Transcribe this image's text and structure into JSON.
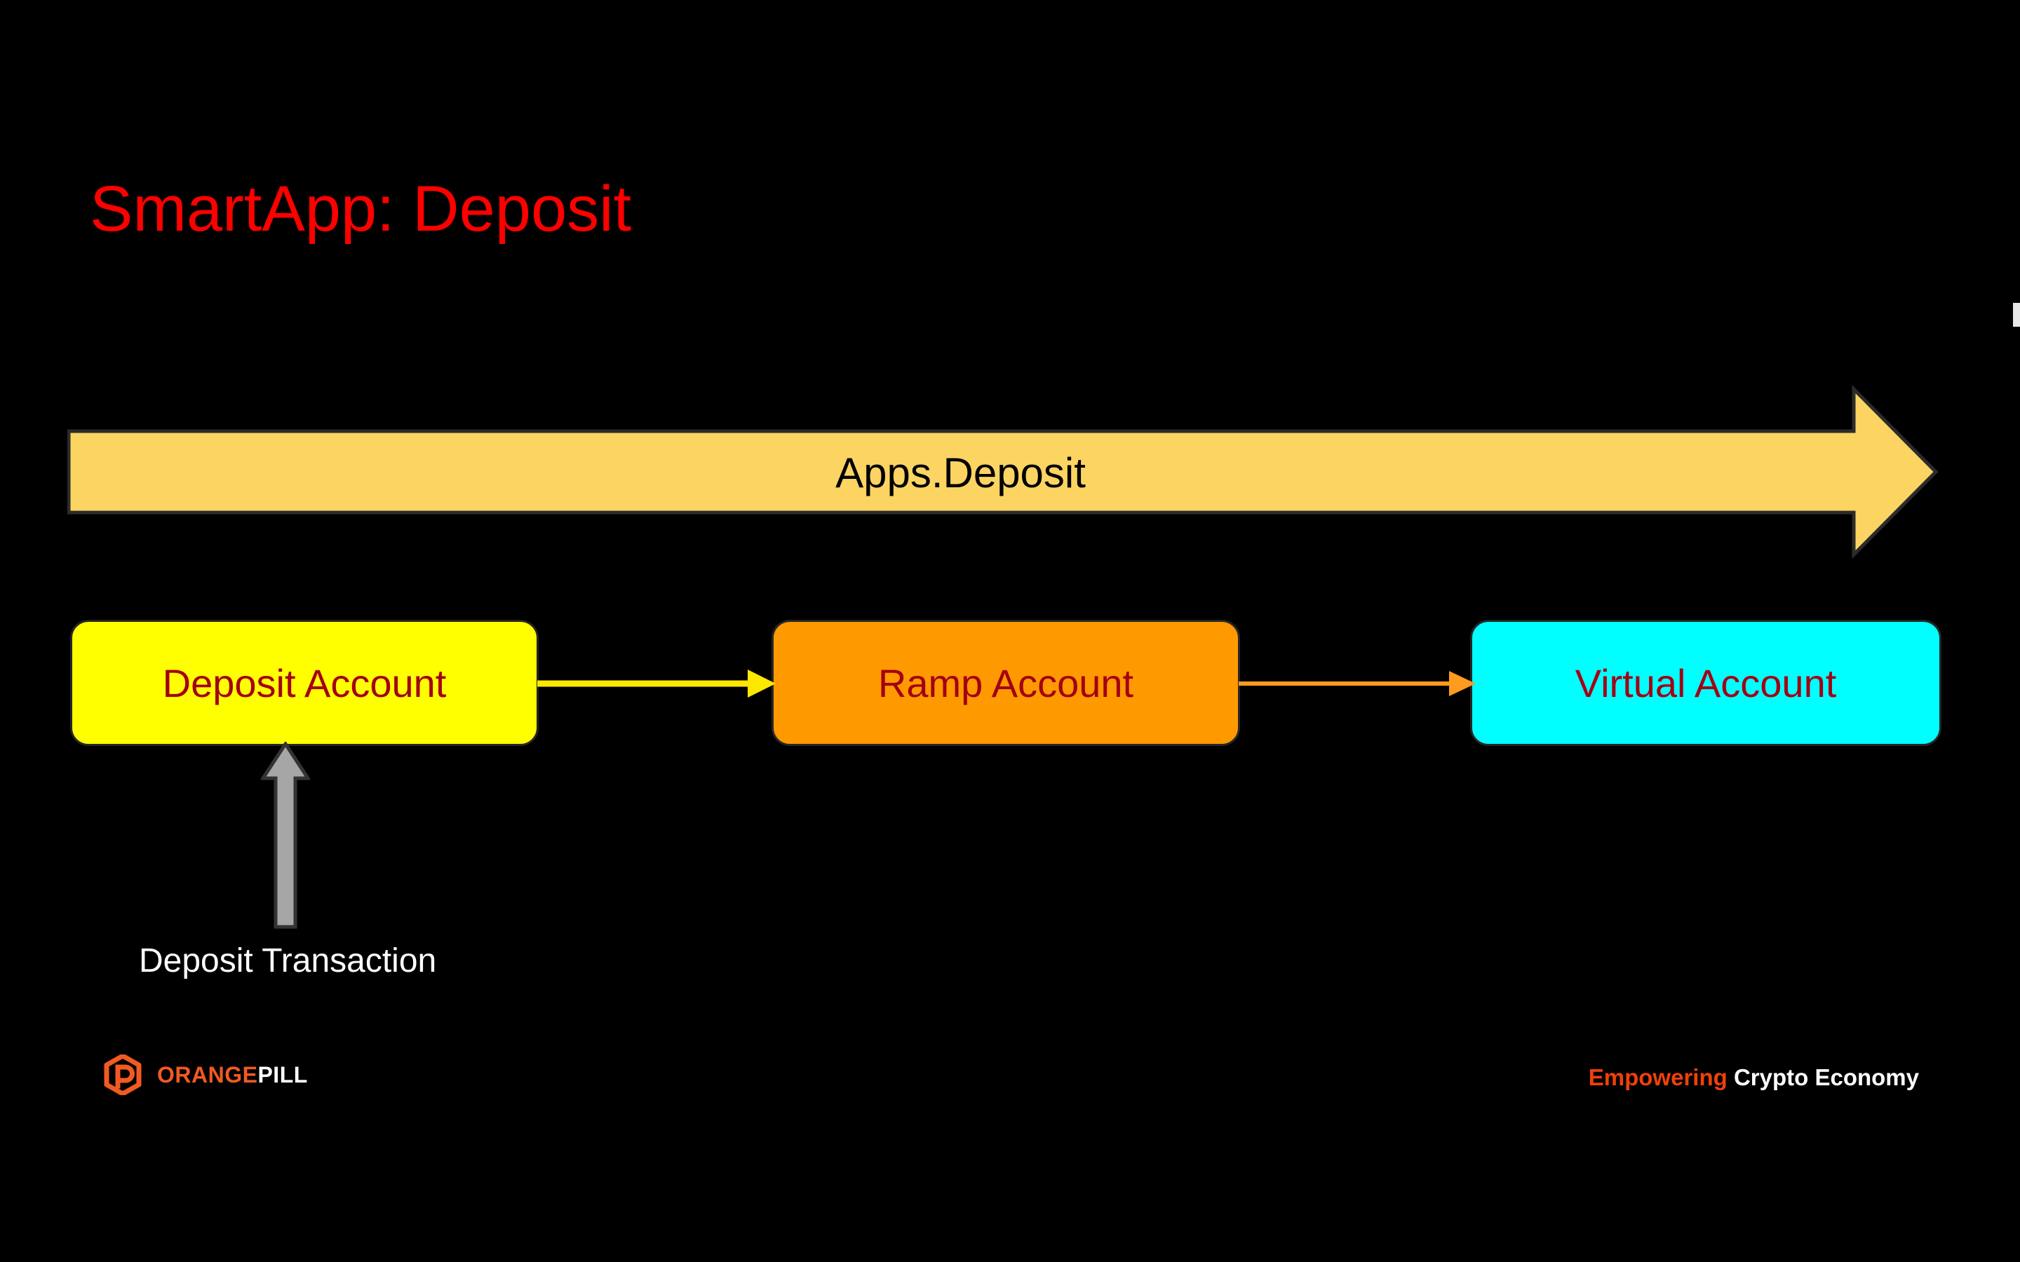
{
  "slide": {
    "title": "SmartApp: Deposit",
    "background_color": "#000000",
    "title_color": "#FF0000"
  },
  "banner": {
    "label": "Apps.Deposit",
    "fill_color": "#FCD462",
    "stroke_color": "#2B2B2B",
    "text_color": "#000000",
    "direction": "right"
  },
  "flow": {
    "boxes": [
      {
        "id": "deposit-account",
        "label": "Deposit Account",
        "fill_color": "#FFFF00",
        "text_color": "#A30014"
      },
      {
        "id": "ramp-account",
        "label": "Ramp Account",
        "fill_color": "#FF9900",
        "text_color": "#A30014"
      },
      {
        "id": "virtual-account",
        "label": "Virtual Account",
        "fill_color": "#00FFFF",
        "text_color": "#A30014"
      }
    ],
    "connectors": [
      {
        "id": "deposit-to-ramp",
        "from": "deposit-account",
        "to": "ramp-account",
        "color": "#FFE800",
        "direction": "right"
      },
      {
        "id": "ramp-to-virtual",
        "from": "ramp-account",
        "to": "virtual-account",
        "color": "#FF9B1E",
        "direction": "right"
      }
    ],
    "input": {
      "id": "deposit-transaction",
      "label": "Deposit Transaction",
      "label_color": "#FFFFFF",
      "arrow_color": "#A6A6A6",
      "arrow_stroke": "#333333",
      "direction": "up",
      "target": "deposit-account"
    }
  },
  "footer": {
    "logo": {
      "icon": "orangepill-hex-p-icon",
      "icon_color": "#F15A22",
      "word_primary": "ORANGE",
      "word_secondary": "PILL",
      "primary_color": "#F15A22",
      "secondary_color": "#FFFFFF"
    },
    "tagline": {
      "highlight": "Empowering",
      "rest": " Crypto Economy",
      "highlight_color": "#F0400A",
      "rest_color": "#FFFFFF"
    }
  }
}
